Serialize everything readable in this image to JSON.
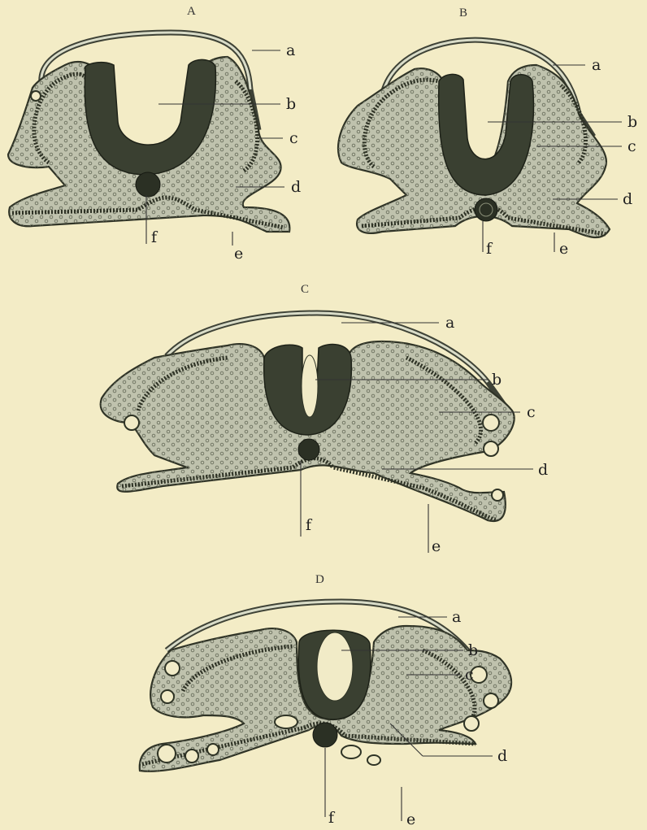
{
  "figure": {
    "panels": [
      {
        "id": "A",
        "title": "A",
        "labels": [
          "a",
          "b",
          "c",
          "d",
          "e",
          "f"
        ]
      },
      {
        "id": "B",
        "title": "B",
        "labels": [
          "a",
          "b",
          "c",
          "d",
          "e",
          "f"
        ]
      },
      {
        "id": "C",
        "title": "C",
        "labels": [
          "a",
          "b",
          "c",
          "d",
          "e",
          "f"
        ]
      },
      {
        "id": "D",
        "title": "D",
        "labels": [
          "a",
          "b",
          "c",
          "d",
          "e",
          "f"
        ]
      }
    ]
  },
  "colors": {
    "paper": "#f3ecc6",
    "tissue": "#bfc2ad",
    "neural_tube": "#3a4031",
    "ink": "#222222"
  }
}
